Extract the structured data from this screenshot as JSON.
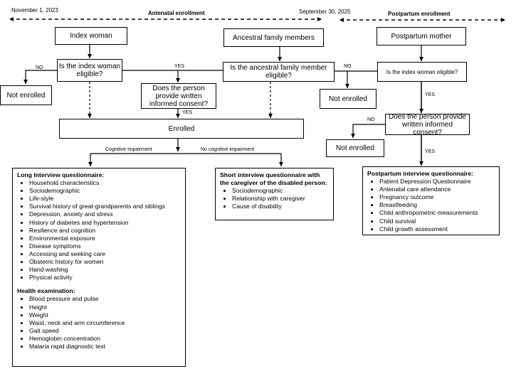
{
  "timeline": {
    "start_date": "November 1, 2023",
    "antenatal_label": "Antenatal enrollment",
    "end_date": "September 30, 2025",
    "postpartum_label": "Postpartum enrollment"
  },
  "nodes": {
    "index_woman": "Index woman",
    "ancestral_family": "Ancestral family members",
    "postpartum_mother": "Postpartum mother",
    "index_eligible": "Is the index woman eligible?",
    "ancestral_eligible": "Is the ancestral family member eligible?",
    "pp_index_eligible": "Is the index woman eligible?",
    "not_enrolled_left": "Not enrolled",
    "not_enrolled_mid": "Not enrolled",
    "not_enrolled_right": "Not enrolled",
    "consent": "Does the person provide written informed consent?",
    "pp_consent": "Does the person provide written informed consent?",
    "enrolled": "Enrolled"
  },
  "edge_labels": {
    "no_left": "NO",
    "yes_center": "YES",
    "no_mid": "NO",
    "yes_consent": "YES",
    "yes_pp_eligible": "YES",
    "no_pp_consent": "NO",
    "yes_pp_consent": "YES",
    "cognitive": "Cognitive impairment",
    "no_cognitive": "No cognitive impairment"
  },
  "long_questionnaire": {
    "title": "Long Interview questionnaire:",
    "items": [
      "Household characteristics",
      "Sociodemographic",
      "Life-style",
      "Survival history of great-grandparents and siblings",
      "Depression, anxiety and stress",
      "History of diabetes and hypertension",
      "Resilience and cognition",
      "Environmental exposure",
      "Disease symptoms",
      "Accessing and seeking care",
      "Obstetric history for women",
      "Hand washing",
      "Physical activity"
    ],
    "exam_title": "Health examination:",
    "exam_items": [
      "Blood pressure and pulse",
      "Height",
      "Weight",
      "Waist, neck and arm circumference",
      "Gait speed",
      "Hemoglobin concentration",
      "Malaria rapid diagnostic test"
    ]
  },
  "short_questionnaire": {
    "title": "Short interview questionnaire with the caregiver of the disabled person:",
    "items": [
      "Sociodemographic",
      "Relationship with caregiver",
      "Cause of disability"
    ]
  },
  "postpartum_questionnaire": {
    "title": "Postpartum interview questionnaire:",
    "items": [
      "Patient Depression Questionnaire",
      "Antenatal care attendance",
      "Pregnancy outcome",
      "Breastfeeding",
      "Child anthropometric measurements",
      "Child survival",
      "Child growth assessment"
    ]
  }
}
